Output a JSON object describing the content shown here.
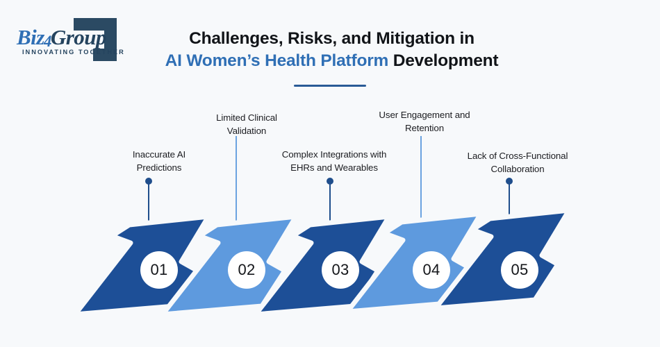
{
  "brand": {
    "name_biz": "Biz",
    "name_four": "4",
    "name_group": "Group",
    "tagline": "INNOVATING TOGETHER",
    "mark_color": "#2b4a63",
    "accent_color": "#2f6fb5"
  },
  "title": {
    "line1": "Challenges, Risks, and Mitigation in",
    "line2_accent": "AI Women’s Health Platform",
    "line2_rest": " Development",
    "rule_color": "#2a5b96"
  },
  "theme": {
    "background": "#f7f9fb",
    "dark_blue": "#1d4f97",
    "light_blue": "#5e9ade",
    "text": "#1b1c20",
    "connector_dark": "#1f4e8c",
    "connector_light": "#6ba3e0"
  },
  "steps": [
    {
      "number": "01",
      "label_line1": "Inaccurate AI",
      "label_line2": "Predictions",
      "tone": "dark"
    },
    {
      "number": "02",
      "label_line1": "Limited Clinical",
      "label_line2": "Validation",
      "tone": "light"
    },
    {
      "number": "03",
      "label_line1": "Complex Integrations with",
      "label_line2": "EHRs and Wearables",
      "tone": "dark"
    },
    {
      "number": "04",
      "label_line1": "User Engagement and",
      "label_line2": "Retention",
      "tone": "light"
    },
    {
      "number": "05",
      "label_line1": "Lack of Cross-Functional",
      "label_line2": "Collaboration",
      "tone": "dark"
    }
  ]
}
